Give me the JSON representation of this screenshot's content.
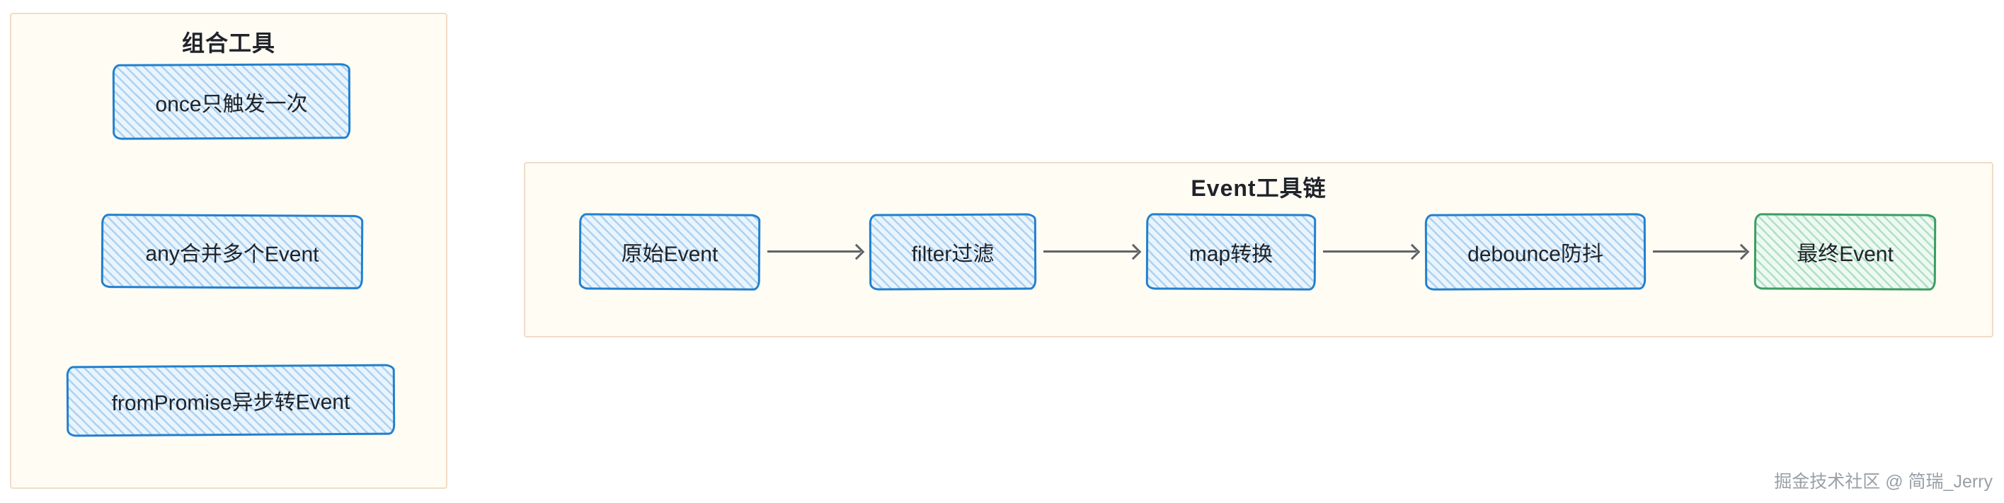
{
  "left_panel": {
    "title": "组合工具",
    "items": [
      {
        "label": "once只触发一次"
      },
      {
        "label": "any合并多个Event"
      },
      {
        "label": "fromPromise异步转Event"
      }
    ]
  },
  "chain_panel": {
    "title": "Event工具链",
    "nodes": [
      {
        "label": "原始Event",
        "style": "blue"
      },
      {
        "label": "filter过滤",
        "style": "blue"
      },
      {
        "label": "map转换",
        "style": "blue"
      },
      {
        "label": "debounce防抖",
        "style": "blue"
      },
      {
        "label": "最终Event",
        "style": "green"
      }
    ]
  },
  "watermark": {
    "text": "掘金技术社区 @ 简瑞_Jerry"
  },
  "colors": {
    "container_border": "#f2dcc7",
    "container_fill": "#fffcf4",
    "node_border_blue": "#2180ce",
    "node_fill_blue": "#eaf4fc",
    "node_border_green": "#3a9e63",
    "node_fill_green": "#eef9f2",
    "arrow_color": "#5f6368",
    "text_color": "#1f2329",
    "watermark_color": "#9aa0a6"
  }
}
